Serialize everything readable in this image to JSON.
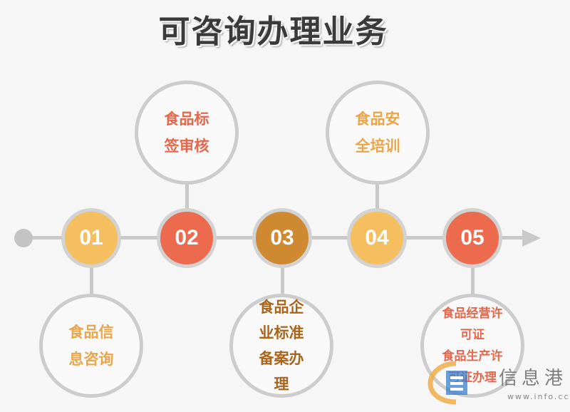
{
  "title": "可咨询办理业务",
  "colors": {
    "orange_light": "#f5bf5f",
    "red_orange": "#ec6a4e",
    "brown_orange": "#cf8a31",
    "text_gold": "#e9a64a",
    "text_red": "#e4684c",
    "text_brown": "#a9661b",
    "line": "#c9c9c9"
  },
  "steps": [
    {
      "number": "01",
      "lines": [
        "食品信",
        "息咨询"
      ]
    },
    {
      "number": "02",
      "lines": [
        "食品标",
        "签审核"
      ]
    },
    {
      "number": "03",
      "lines": [
        "食品企",
        "业标准",
        "备案办",
        "理"
      ]
    },
    {
      "number": "04",
      "lines": [
        "食品安",
        "全培训"
      ]
    },
    {
      "number": "05",
      "lines": [
        "食品经营许",
        "可证",
        "食品生产许",
        "可证办理"
      ]
    }
  ],
  "watermark": {
    "text": "信息港",
    "url": "www.info.cc"
  }
}
